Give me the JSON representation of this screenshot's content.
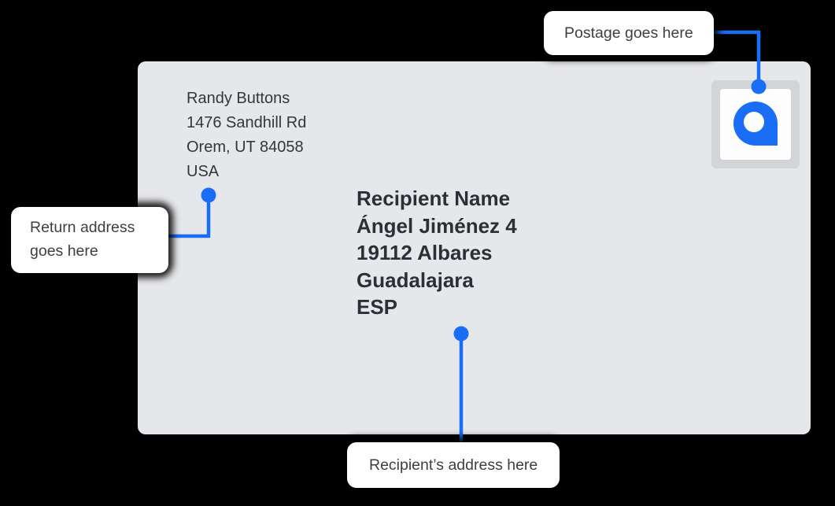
{
  "canvas": {
    "background": "#000000",
    "accent_color": "#1a6ef5",
    "envelope_fill": "#e6e7ea",
    "callout_fill": "#ffffff"
  },
  "envelope": {
    "return_address": {
      "lines": [
        "Randy Buttons",
        "1476 Sandhill Rd",
        "Orem, UT 84058",
        "USA"
      ]
    },
    "recipient_address": {
      "lines": [
        "Recipient Name",
        "Ángel Jiménez 4",
        "19112 Albares",
        "Guadalajara",
        "ESP"
      ]
    },
    "stamp": {
      "icon": "postage-stamp-logo-icon",
      "logo_color": "#1a6ef5"
    }
  },
  "callouts": [
    {
      "id": "postage",
      "label": "Postage goes here"
    },
    {
      "id": "return",
      "label": "Return address goes here"
    },
    {
      "id": "recipient",
      "label": "Recipient’s address here"
    }
  ]
}
